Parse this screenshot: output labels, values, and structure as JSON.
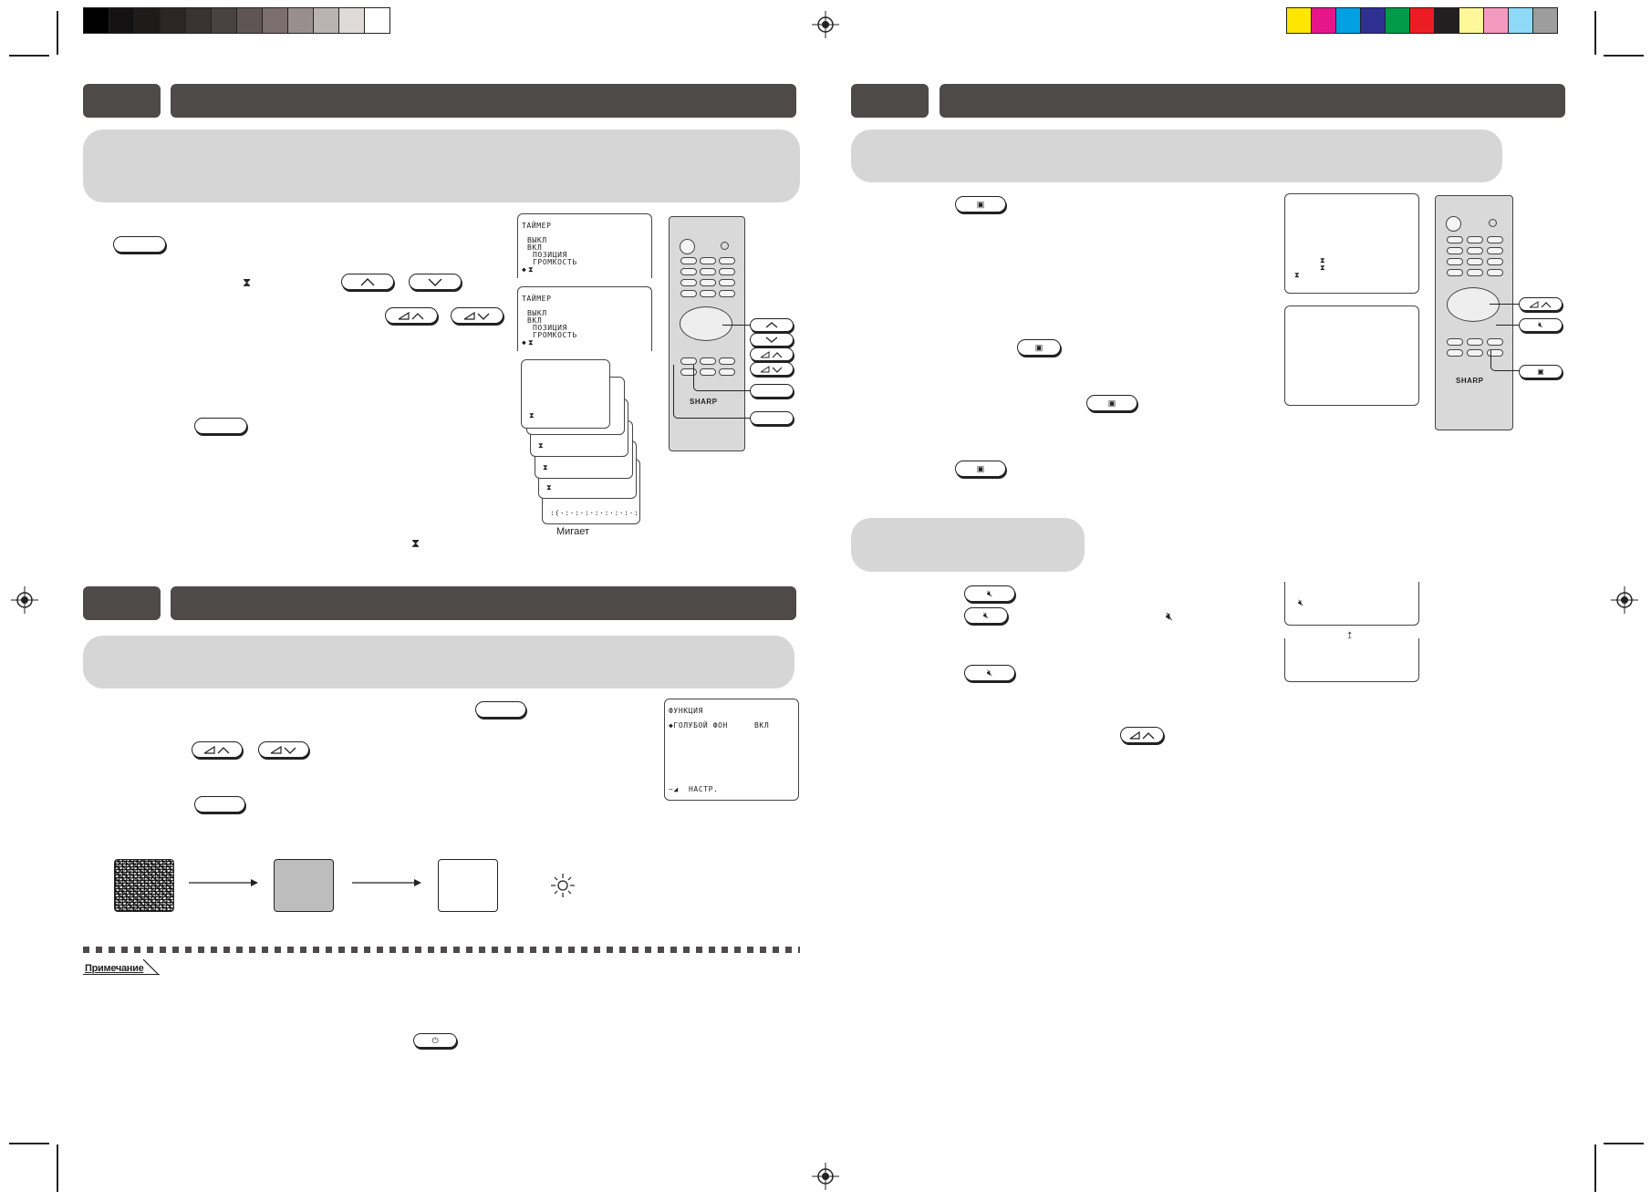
{
  "color_bar_left": [
    "#000000",
    "#141212",
    "#1f1b1b",
    "#2b2524",
    "#3a3332",
    "#4a4241",
    "#5e5554",
    "#7a6f6e",
    "#988e8d",
    "#bbb3b2",
    "#dedada",
    "#ffffff"
  ],
  "color_bar_right": [
    "#ffe600",
    "#e6168a",
    "#00a0e3",
    "#2e3192",
    "#009a4a",
    "#ec1c24",
    "#231f20",
    "#fff799",
    "#f49ac1",
    "#8ed8f8",
    "#9d9d9d"
  ],
  "timer_screen_1": {
    "title": "ТАЙМЕР",
    "line1": "ВЫКЛ",
    "line2": "ВКЛ",
    "line3": "ПОЗИЦИЯ",
    "line4": "ГРОМКОСТЬ",
    "marker": "◆"
  },
  "timer_screen_2": {
    "title": "ТАЙМЕР",
    "line1": "ВЫКЛ",
    "line2": "ВКЛ",
    "line3": "ПОЗИЦИЯ",
    "line4": "ГРОМКОСТЬ",
    "marker": "◆"
  },
  "blink_label": "Мигает",
  "remote_brand": "SHARP",
  "function_screen": {
    "title": "ФУНКЦИЯ",
    "item": "◆ГОЛУБОЙ ФОН",
    "value": "ВКЛ",
    "footer": "НАСТР."
  },
  "note_label": "Примечание",
  "mute_arrow": "↕",
  "icons": {
    "hourglass": "hourglass-icon",
    "mute": "mute-speaker-icon",
    "sun": "sun-icon",
    "power": "power-icon",
    "picture": "picture-mode-icon"
  }
}
